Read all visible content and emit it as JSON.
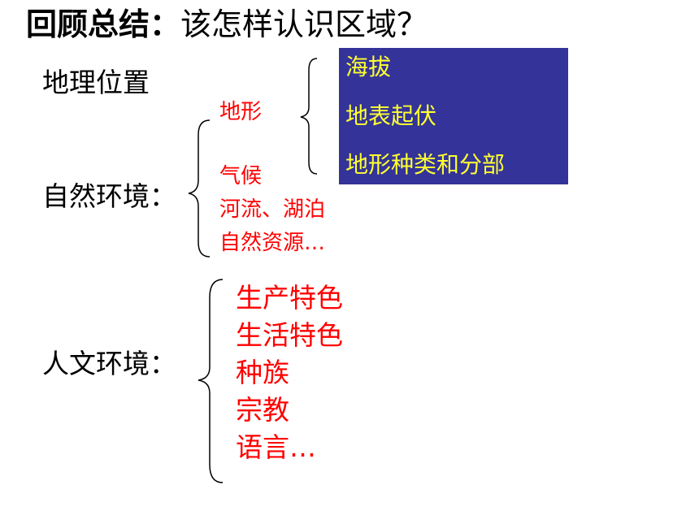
{
  "title": {
    "prefix": "回顾总结：",
    "question": "该怎样认识区域？"
  },
  "location": {
    "label": "地理位置"
  },
  "natural": {
    "label": "自然环境：",
    "items": [
      "地形",
      "气候",
      "河流、湖泊",
      "自然资源…"
    ],
    "terrain_details": [
      "海拔",
      "地表起伏",
      "地形种类和分部"
    ]
  },
  "human": {
    "label": "人文环境：",
    "items": [
      "生产特色",
      "生活特色",
      "种族",
      "宗教",
      "语言…"
    ]
  },
  "colors": {
    "text": "#000000",
    "red": "#ff0000",
    "box_bg": "#333399",
    "box_text": "#ffff33"
  }
}
